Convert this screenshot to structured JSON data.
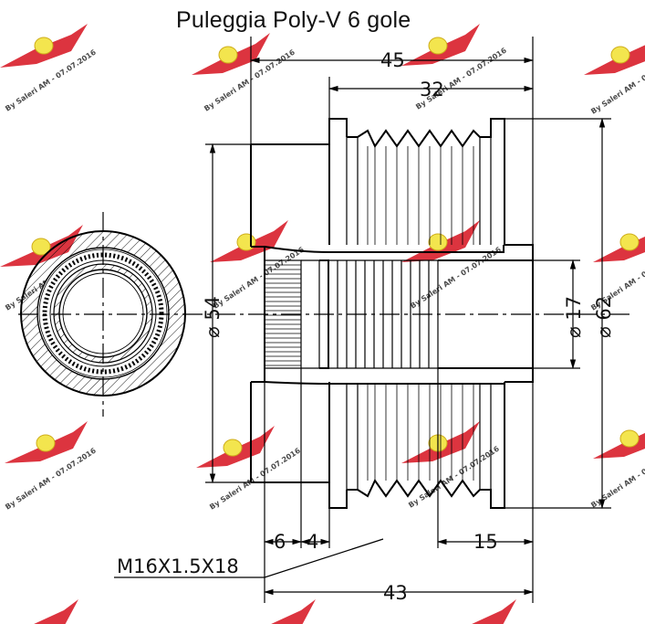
{
  "title": "Puleggia Poly-V 6 gole",
  "dimensions": {
    "overall_width": "45",
    "groove_width": "32",
    "outer_diameter": "⌀ 62",
    "hub_diameter": "⌀ 54",
    "bore_diameter": "⌀ 17",
    "left_offset": "6",
    "spline_depth": "4",
    "right_length": "15",
    "total_length": "43",
    "thread": "M16X1.5X18"
  },
  "watermark": {
    "text": "By Saleri AM - 07.07.2016",
    "colors": {
      "wing": "#d81e2a",
      "badge": "#f2e23a"
    }
  }
}
